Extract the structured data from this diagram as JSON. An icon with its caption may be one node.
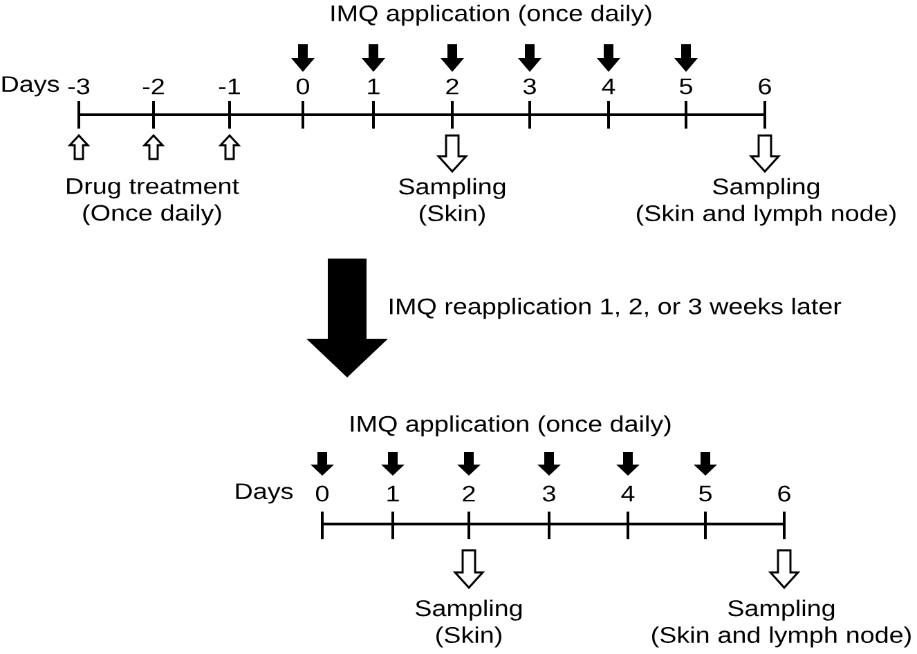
{
  "diagram": {
    "labels": [
      "IMQ application (once daily)",
      "Days",
      "-3",
      "-2",
      "-1",
      "0",
      "1",
      "2",
      "3",
      "4",
      "5",
      "6",
      "Drug treatment (Once daily)",
      "Sampling (Skin)",
      "Sampling (Skin and lymph node)",
      "IMQ reapplication 1, 2, or 3 weeks later",
      "IMQ application (once daily)",
      "Days",
      "0",
      "1",
      "2",
      "3",
      "4",
      "5",
      "6",
      "Sampling (Skin)",
      "Sampling (Skin and lymph node)"
    ]
  }
}
